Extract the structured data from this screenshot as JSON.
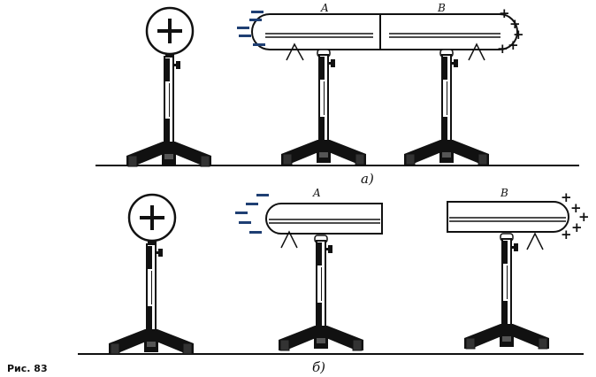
{
  "figure": {
    "caption": "Рис. 83",
    "panels": [
      {
        "id": "a",
        "label": "а)",
        "conductor_labels": [
          "A",
          "B"
        ]
      },
      {
        "id": "b",
        "label": "б)",
        "conductor_labels": [
          "A",
          "B"
        ]
      }
    ],
    "sphere_sign": "+",
    "colors": {
      "ink": "#111111",
      "negative": "#1f3f73"
    }
  }
}
